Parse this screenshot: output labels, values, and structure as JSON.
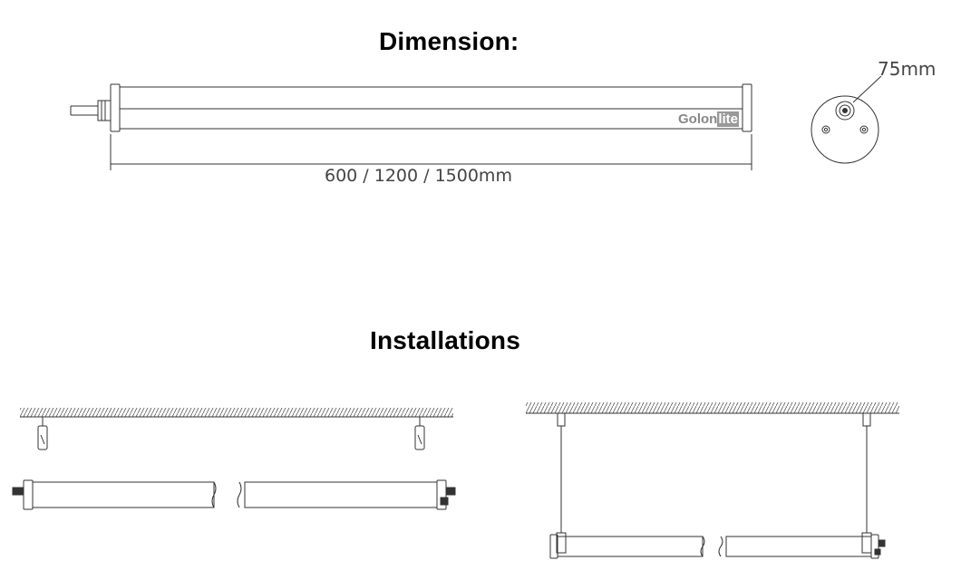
{
  "dimension": {
    "title": "Dimension:",
    "length_label": "600 / 1200 / 1500mm",
    "diameter_label": "75mm",
    "brand_text_a": "Golon",
    "brand_text_b": "lite"
  },
  "installations": {
    "title": "Installations"
  }
}
